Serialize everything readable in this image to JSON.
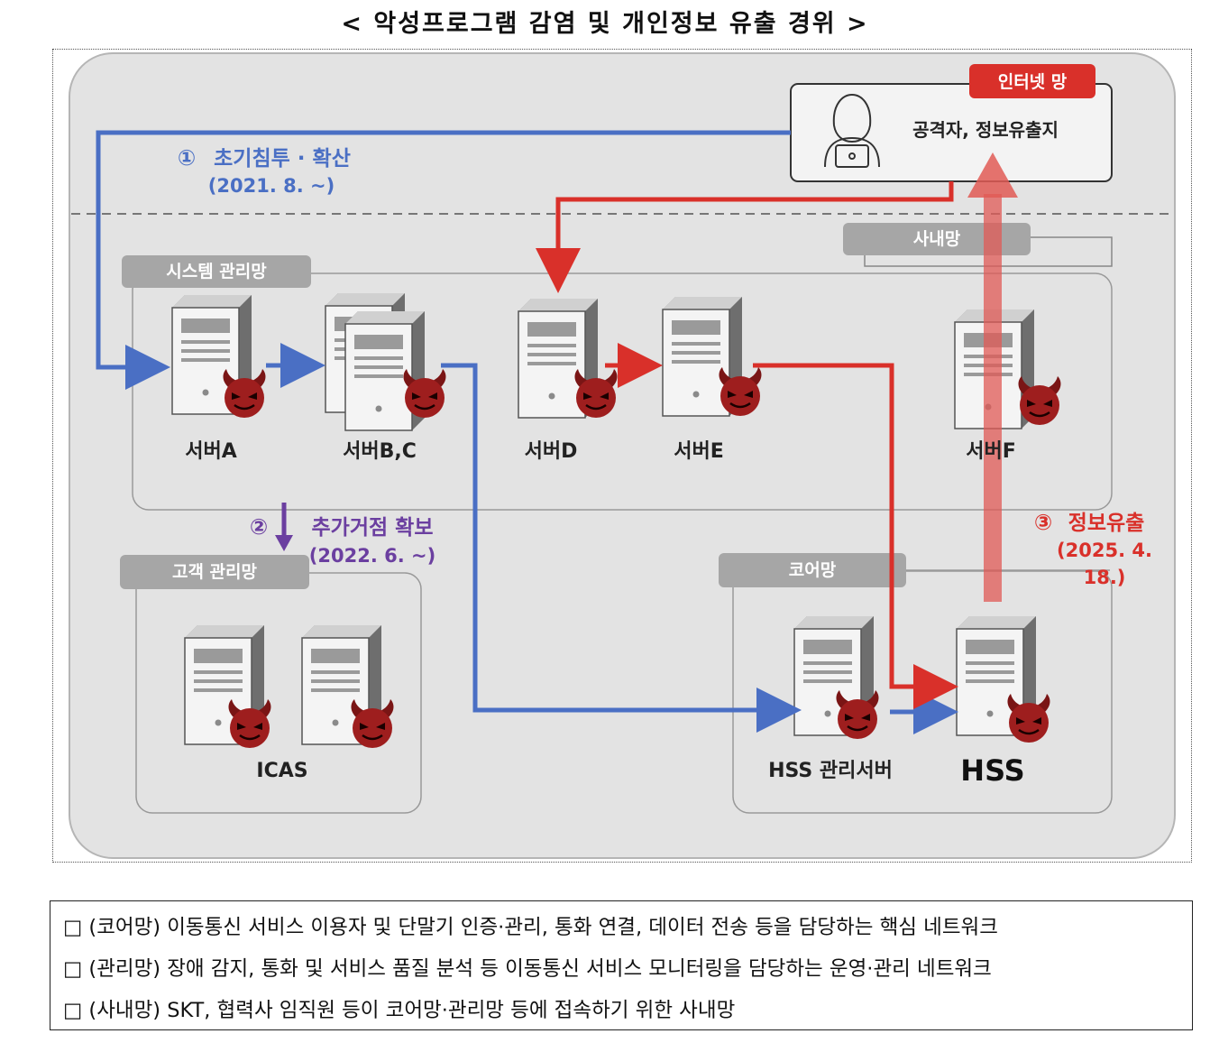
{
  "title": "< 악성프로그램 감염 및 개인정보 유출 경위 >",
  "zones": {
    "internet_badge": "인터넷 망",
    "attacker_label": "공격자, 정보유출지",
    "intranet_tab": "사내망",
    "system_mgmt_tab": "시스템 관리망",
    "customer_mgmt_tab": "고객 관리망",
    "core_tab": "코어망"
  },
  "servers": {
    "a": "서버A",
    "bc": "서버B,C",
    "d": "서버D",
    "e": "서버E",
    "f": "서버F",
    "icas": "ICAS",
    "hss_mgmt": "HSS 관리서버",
    "hss": "HSS"
  },
  "steps": {
    "step1_num": "①",
    "step1_label": "초기침투 · 확산",
    "step1_date": "(2021. 8. ~)",
    "step2_num": "②",
    "step2_label": "추가거점 확보",
    "step2_date": "(2022. 6. ~)",
    "step3_num": "③",
    "step3_label": "정보유출",
    "step3_date_line1": "(2025. 4.",
    "step3_date_line2": "18.)"
  },
  "legend": [
    "□ (코어망) 이동통신 서비스 이용자 및 단말기 인증·관리, 통화 연결, 데이터 전송 등을 담당하는 핵심 네트워크",
    "□ (관리망) 장애 감지, 통화 및 서비스 품질 분석 등 이동통신 서비스 모니터링을 담당하는 운영·관리 네트워크",
    "□ (사내망) SKT, 협력사 임직원 등이 코어망·관리망 등에 접속하기 위한 사내망"
  ],
  "colors": {
    "blue_path": "#4a6fc4",
    "red_path": "#d9302a",
    "purple_path": "#6b3fa0",
    "badge_red": "#d9302a",
    "panel_bg": "#e3e3e3",
    "tab_gray": "#a6a6a6"
  }
}
